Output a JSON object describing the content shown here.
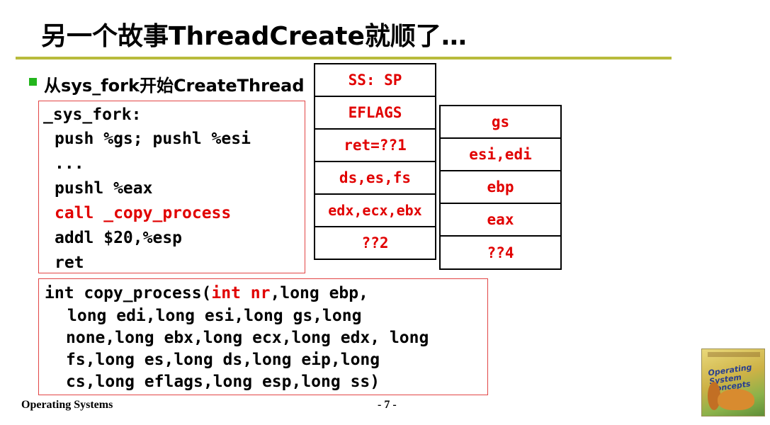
{
  "slide": {
    "title": "另一个故事ThreadCreate就顺了…",
    "bullet": "从sys_fork开始CreateThread"
  },
  "sys_fork_code": {
    "label": "_sys_fork:",
    "line1": "push %gs; pushl %esi",
    "line2": "...",
    "line3": "pushl %eax",
    "line4": "call _copy_process",
    "line5": "addl $20,%esp",
    "line6": "ret"
  },
  "copy_process_code": {
    "line1_prefix": "int copy_process(",
    "line1_highlight": "int nr",
    "line1_suffix": ",long ebp,",
    "line2": "long edi,long esi,long gs,long",
    "line3": "none,long ebx,long ecx,long edx, long",
    "line4": "fs,long es,long ds,long eip,long",
    "line5": "cs,long eflags,long esp,long ss)"
  },
  "stack_left": [
    "SS: SP",
    "EFLAGS",
    "ret=??1",
    "ds,es,fs",
    "edx,ecx,ebx",
    "??2"
  ],
  "stack_right": [
    "gs",
    "esi,edi",
    "ebp",
    "eax",
    "??4"
  ],
  "footer": {
    "left": "Operating Systems",
    "page": "- 7 -"
  },
  "book_cover": {
    "title": "Operating\nSystem\nConcepts"
  },
  "colors": {
    "title_rule": "#b8bb3c",
    "bullet": "#22b51c",
    "highlight_text": "#e10000",
    "box_border": "#e24545"
  }
}
